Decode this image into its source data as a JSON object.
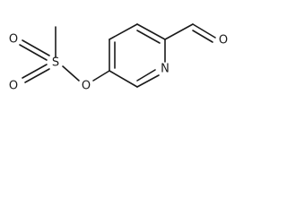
{
  "molecule": {
    "atoms": {
      "oxygen_sulfonyl_top": "O",
      "oxygen_sulfonyl_bottom": "O",
      "sulfur": "S",
      "oxygen_ester": "O",
      "nitrogen_ring": "N",
      "oxygen_aldehyde": "O"
    }
  },
  "colors": {
    "bond": "#1a1a1a",
    "background": "#ffffff"
  }
}
